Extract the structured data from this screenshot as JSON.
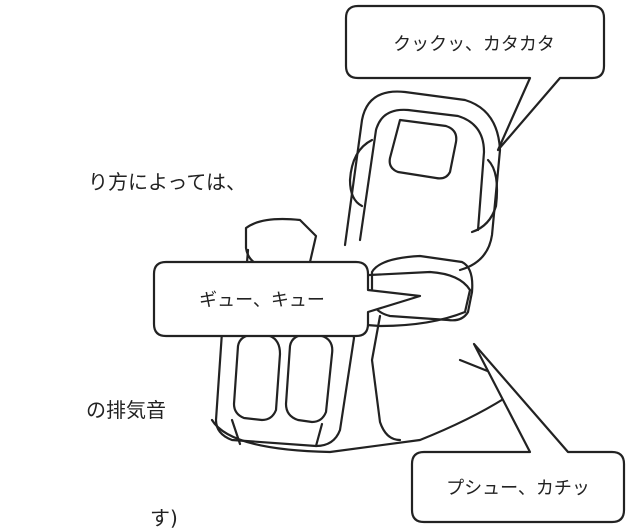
{
  "callouts": {
    "top": "クックッ、カタカタ",
    "left": "ギュー、キュー",
    "bottom": "プシュー、カチッ"
  },
  "body_text": {
    "fragment_1": "り方によっては、",
    "fragment_2": "の排気音",
    "fragment_3": "す)"
  },
  "colors": {
    "line": "#222222",
    "background": "#ffffff"
  }
}
